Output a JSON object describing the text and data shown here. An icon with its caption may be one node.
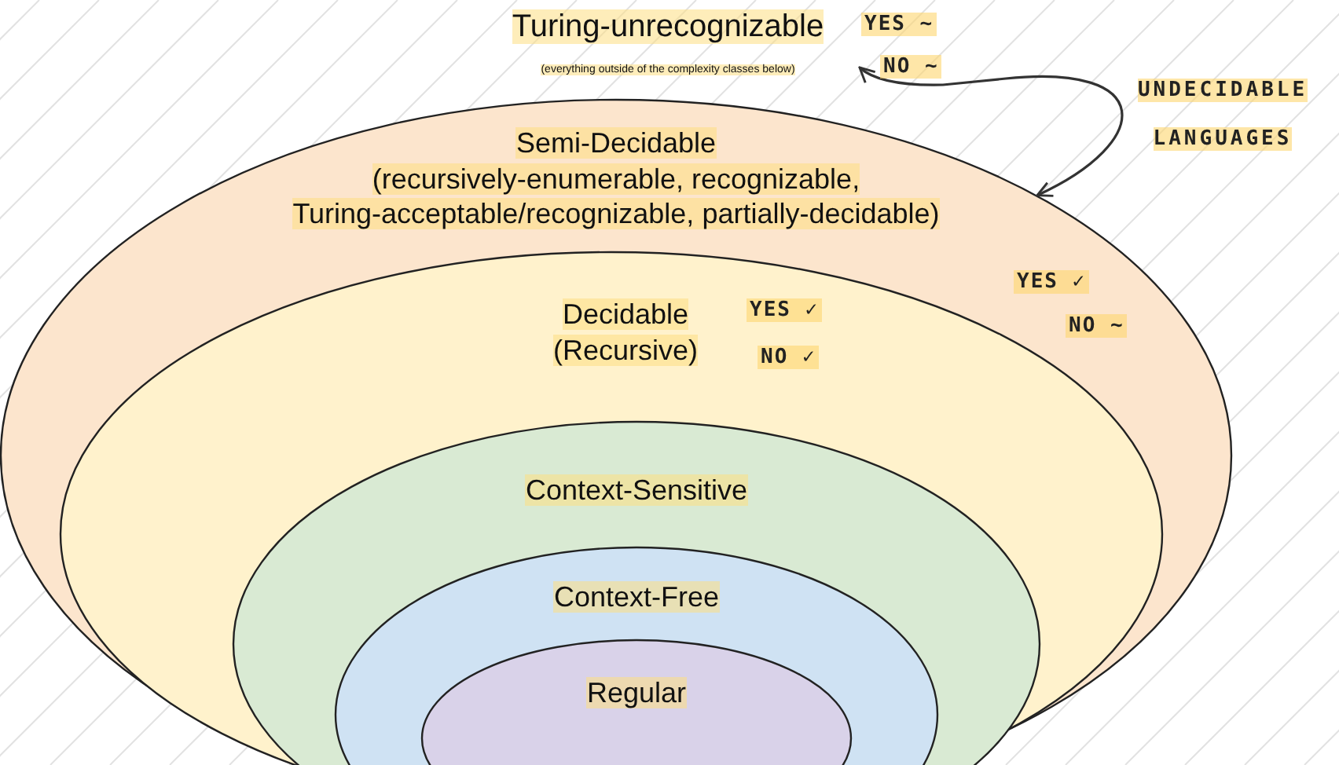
{
  "diagram": {
    "nodes": [
      {
        "text": [
          "Turing-unrecognizable",
          "(everything outside of the complexity classes below)"
        ],
        "beside": [
          "YES ~",
          "NO ~"
        ]
      },
      {
        "text": [
          "Semi-Decidable",
          "(recursively-enumerable, recognizable, Turing-acceptable/recognizable, partially-decidable)"
        ],
        "beside": [
          "YES ✓",
          "NO ~"
        ]
      },
      {
        "text": [
          "Decidable",
          "(Recursive)"
        ],
        "in": 1,
        "beside": [
          "YES ✓",
          "NO ✓"
        ]
      },
      {
        "text": [
          "Context-Sensitive"
        ],
        "in": 2
      },
      {
        "text": [
          "Context-Free"
        ],
        "in": 3
      },
      {
        "text": [
          "Regular"
        ],
        "in": 4
      }
    ],
    "edges": [
      {
        "from": 0,
        "to": 1,
        "arrow": "both",
        "label": "UNDECIDABLE LANGUAGES"
      }
    ]
  }
}
